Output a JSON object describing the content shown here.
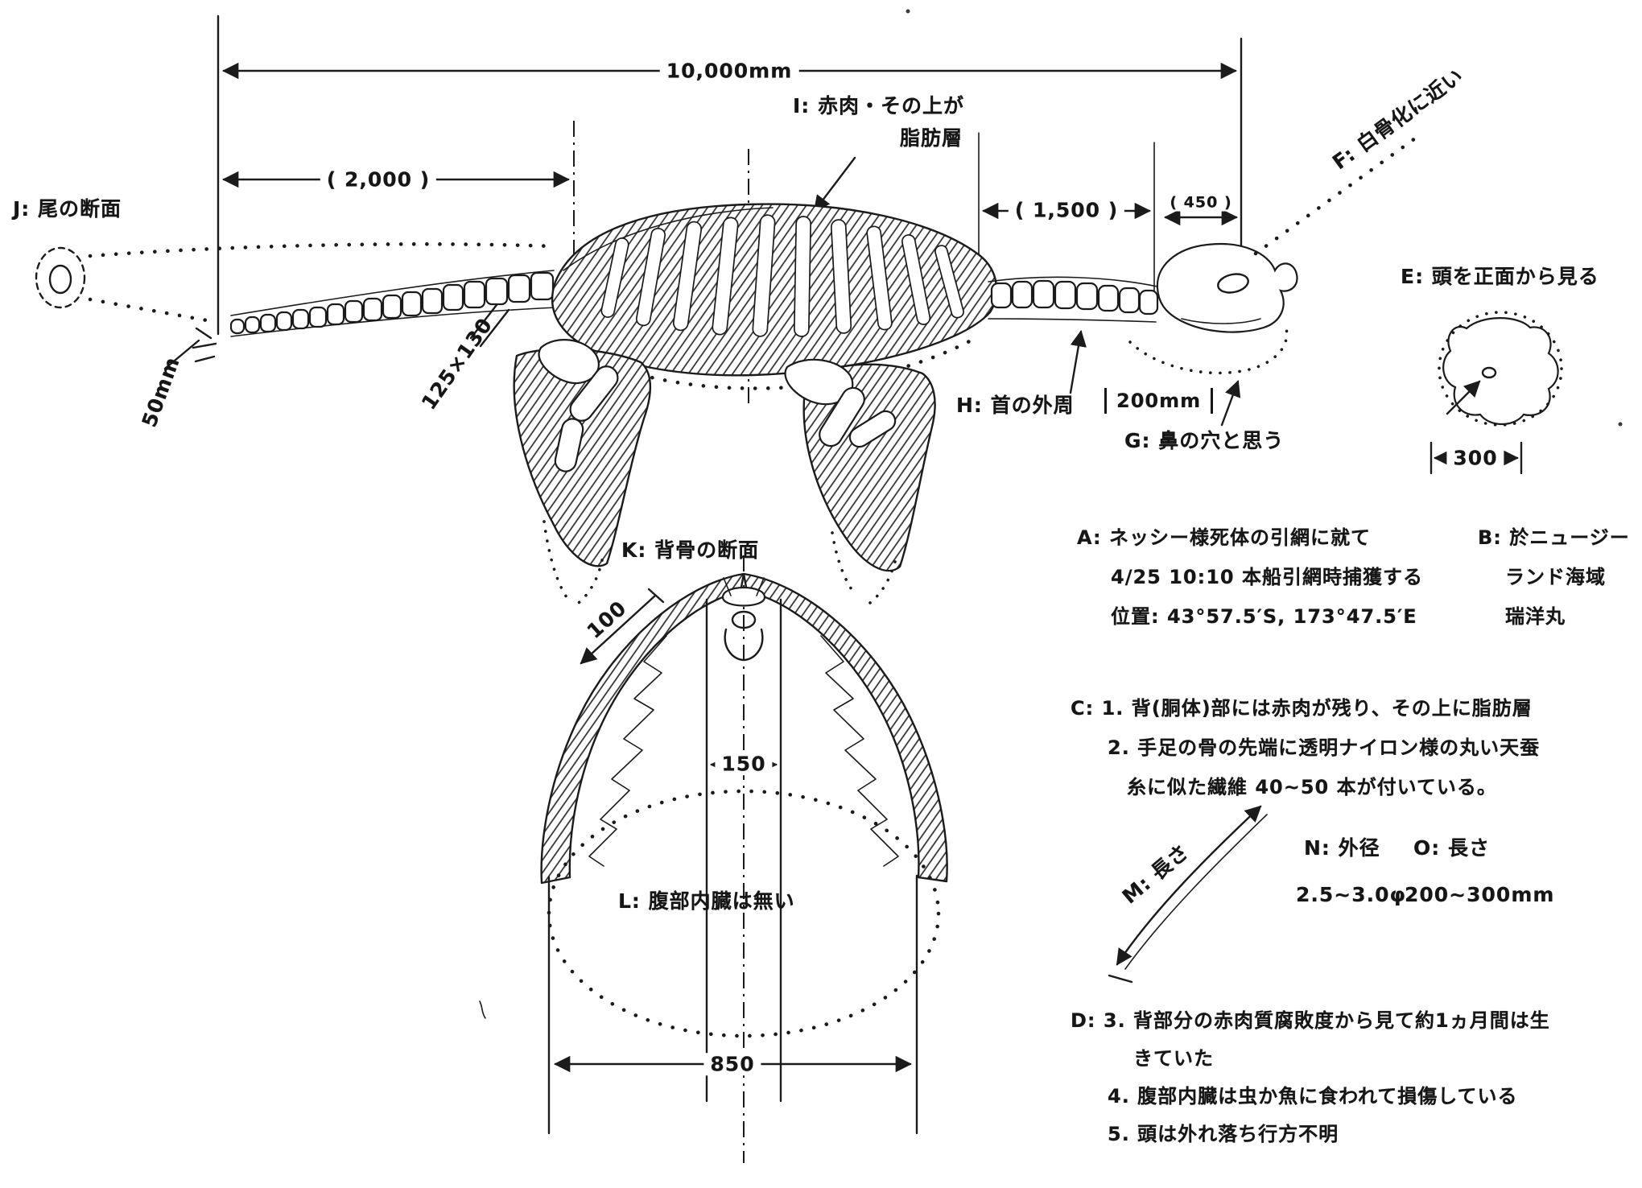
{
  "page": {
    "background": "#ffffff",
    "ink": "#1b1b1b",
    "description": "Hand-drawn measurement sketch of an unidentified plesiosaur-like carcass with Japanese annotations"
  },
  "dimensions": {
    "overall": "10,000mm",
    "tail": "( 2,000 )",
    "neck": "( 1,500 )",
    "head": "( 450 )",
    "tail_tip": "50mm",
    "shoulder": "125×130",
    "head_front": "300",
    "spine_top": "100",
    "spine_width": "150",
    "belly": "850"
  },
  "labels": {
    "i_line1": "I: 赤肉・その上が",
    "i_line2": "脂肪層",
    "f": "F: 白骨化に近い",
    "j": "J: 尾の断面",
    "e": "E: 頭を正面から見る",
    "g": "G: 鼻の穴と思う",
    "h": "H: 首の外周",
    "h_value": "200mm",
    "k": "K: 背骨の断面",
    "l": "L: 腹部内臓は無い",
    "m": "M: 長さ",
    "n": "N: 外径",
    "o": "O: 長さ",
    "n_value": "2.5~3.0φ",
    "o_value": "200~300mm"
  },
  "notes": {
    "a": [
      "A: ネッシー様死体の引網に就て",
      "4/25 10:10 本船引網時捕獲する",
      "位置: 43°57.5′S, 173°47.5′E"
    ],
    "b": [
      "B: 於ニュージー",
      "ランド海域",
      "瑞洋丸"
    ],
    "c": [
      "C: 1. 背(胴体)部には赤肉が残り、その上に脂肪層",
      "2. 手足の骨の先端に透明ナイロン様の丸い天蚕",
      "糸に似た繊維 40~50 本が付いている。"
    ],
    "d": [
      "D: 3. 背部分の赤肉質腐敗度から見て約1ヵ月間は生",
      "きていた",
      "4. 腹部内臓は虫か魚に食われて損傷している",
      "5. 頭は外れ落ち行方不明"
    ]
  }
}
